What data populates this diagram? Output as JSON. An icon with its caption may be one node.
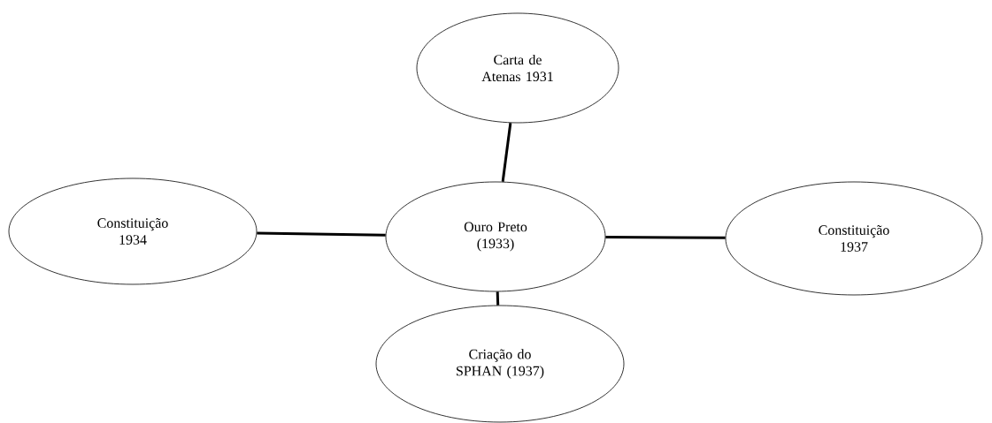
{
  "diagram": {
    "nodes": [
      {
        "text": [
          "Carta de Atenas 1931"
        ]
      },
      {
        "text": [
          "Constituição 1934"
        ]
      },
      {
        "text": [
          "Ouro Preto (1933)"
        ]
      },
      {
        "text": [
          "Constituição 1937"
        ]
      },
      {
        "text": [
          "Criação do SPHAN (1937)"
        ]
      }
    ],
    "edges": [
      {
        "from": 2,
        "to": 0,
        "arrow": "none"
      },
      {
        "from": 2,
        "to": 1,
        "arrow": "none"
      },
      {
        "from": 2,
        "to": 3,
        "arrow": "none"
      },
      {
        "from": 2,
        "to": 4,
        "arrow": "none"
      }
    ]
  }
}
